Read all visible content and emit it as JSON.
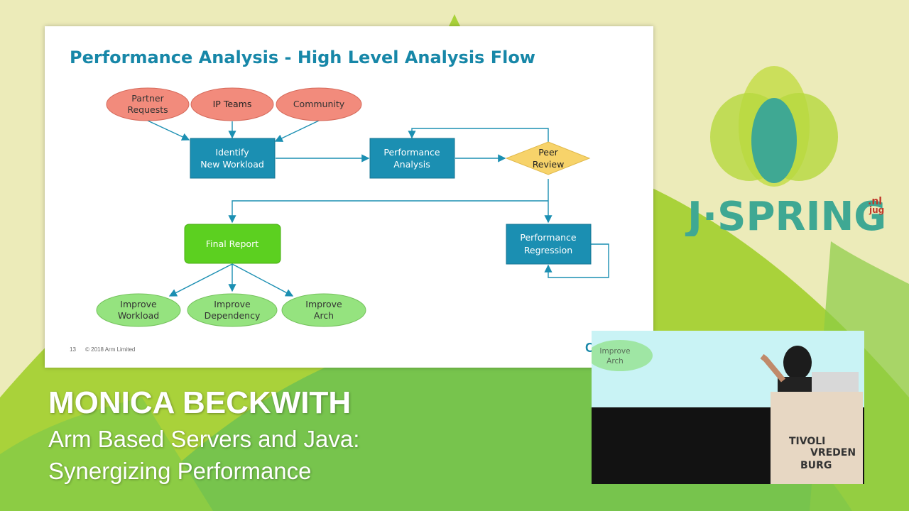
{
  "slide": {
    "title": "Performance Analysis - High Level Analysis Flow",
    "page_number": "13",
    "copyright": "© 2018 Arm Limited",
    "logo_fragment": "C",
    "nodes": {
      "partner_requests": [
        "Partner",
        "Requests"
      ],
      "ip_teams": [
        "IP Teams"
      ],
      "community": [
        "Community"
      ],
      "identify_new_workload": [
        "Identify",
        "New Workload"
      ],
      "performance_analysis": [
        "Performance",
        "Analysis"
      ],
      "peer_review": [
        "Peer",
        "Review"
      ],
      "final_report": [
        "Final Report"
      ],
      "performance_regression": [
        "Performance",
        "Regression"
      ],
      "improve_workload": [
        "Improve",
        "Workload"
      ],
      "improve_dependency": [
        "Improve",
        "Dependency"
      ],
      "improve_arch": [
        "Improve",
        "Arch"
      ]
    }
  },
  "speaker": {
    "name": "MONICA BECKWITH",
    "talk_line1": "Arm Based Servers and Java:",
    "talk_line2": "Synergizing Performance"
  },
  "event_logo": {
    "text": "J·SPRING",
    "superscript_nl": ".nl",
    "superscript_jug": "jug"
  },
  "video": {
    "projected_bubble": [
      "Improve",
      "Arch"
    ],
    "podium_text": [
      "TIVOLI",
      "VREDEN",
      "BURG"
    ]
  },
  "colors": {
    "background": "#ecebb9",
    "bg_shape_green": "#a9d23a",
    "bg_shape_dark": "#6ec251",
    "slide_title": "#1787a8",
    "box_blue": "#1b8fb2",
    "ellipse_red": "#f28b7c",
    "diamond_yellow": "#f7d36a",
    "box_green": "#5cd020",
    "ellipse_green": "#95e37f",
    "logo_teal": "#3fa893"
  }
}
